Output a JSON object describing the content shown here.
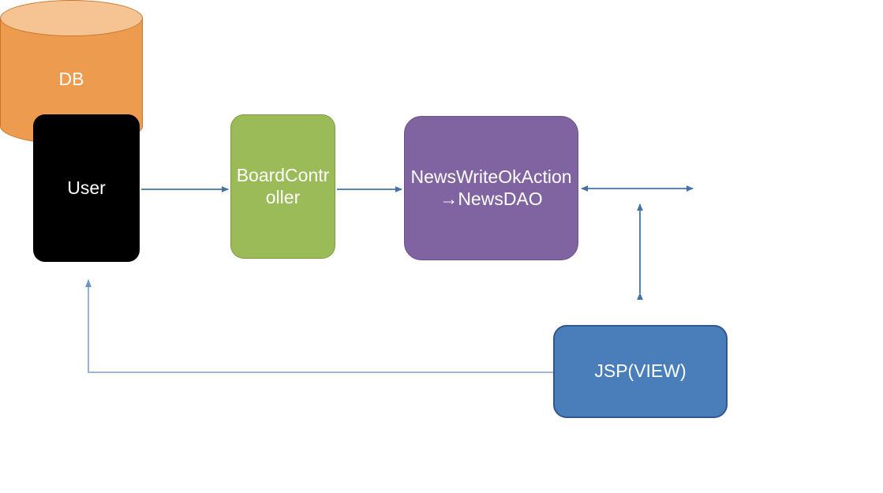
{
  "diagram": {
    "title": "MVC request flow diagram",
    "background_color": "#ffffff",
    "nodes": {
      "user": {
        "label": "User",
        "shape": "rounded-rectangle",
        "fill_color": "#000000",
        "text_color": "#ffffff"
      },
      "controller": {
        "label": "BoardController",
        "shape": "rounded-rectangle",
        "fill_color": "#9BBB59",
        "border_color": "#7c9b43",
        "text_color": "#ffffff"
      },
      "action": {
        "label": "NewsWriteOkAction→NewsDAO",
        "shape": "rounded-rectangle",
        "fill_color": "#8064A2",
        "border_color": "#6a5189",
        "text_color": "#ffffff"
      },
      "database": {
        "label": "DB",
        "shape": "cylinder",
        "fill_color": "#ED9B4F",
        "top_color": "#F6C492",
        "border_color": "#c6762c",
        "text_color": "#ffffff"
      },
      "view": {
        "label": "JSP(VIEW)",
        "shape": "rounded-rectangle",
        "fill_color": "#4A7EBB",
        "border_color": "#31578c",
        "text_color": "#ffffff"
      }
    },
    "connectors": [
      {
        "id": "user-to-controller",
        "from": "user",
        "to": "controller",
        "style": "single-arrow",
        "direction": "right",
        "color": "#4472A8"
      },
      {
        "id": "controller-to-action",
        "from": "controller",
        "to": "action",
        "style": "single-arrow",
        "direction": "right",
        "color": "#4472A8"
      },
      {
        "id": "action-to-database",
        "from": "action",
        "to": "database",
        "style": "double-arrow",
        "direction": "horizontal",
        "color": "#4472A8"
      },
      {
        "id": "action-to-view",
        "from": "action",
        "to": "view",
        "style": "double-arrow",
        "direction": "vertical",
        "color": "#4472A8"
      },
      {
        "id": "view-to-user",
        "from": "view",
        "to": "user",
        "style": "single-arrow-elbow",
        "direction": "up",
        "color": "#7d9fc8"
      }
    ]
  }
}
